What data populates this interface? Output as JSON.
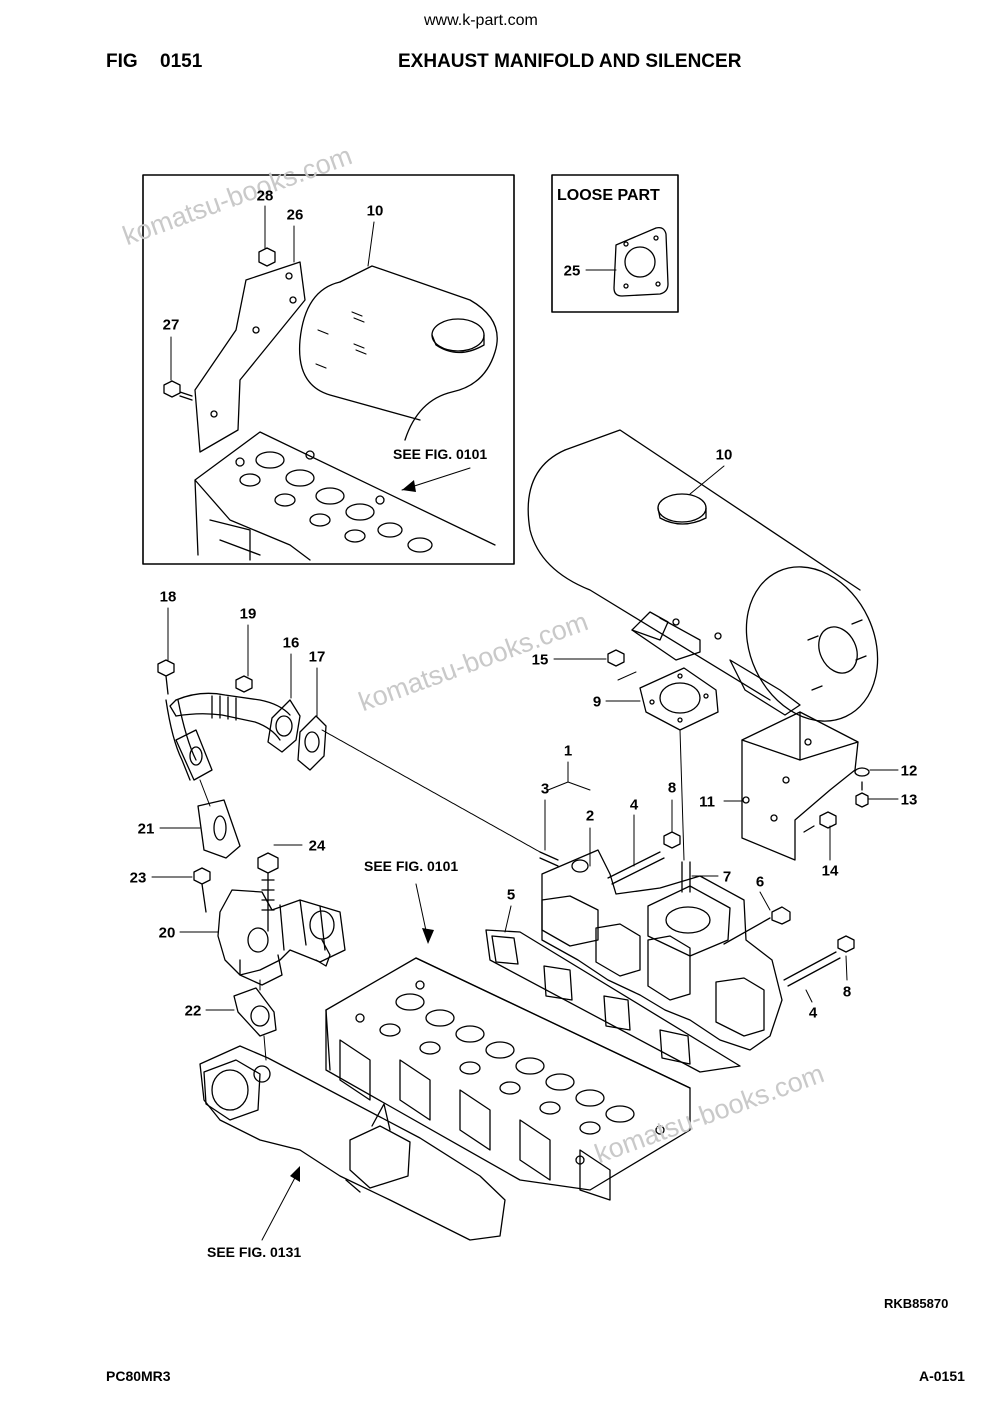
{
  "header": {
    "site": "www.k-part.com",
    "fig_label": "FIG",
    "fig_number": "0151",
    "title": "EXHAUST MANIFOLD AND SILENCER"
  },
  "watermarks": [
    "komatsu-books.com",
    "komatsu-books.com",
    "komatsu-books.com"
  ],
  "loose_part_label": "LOOSE  PART",
  "references": {
    "inset": "SEE FIG. 0101",
    "head": "SEE FIG. 0101",
    "intake": "SEE FIG. 0131"
  },
  "callouts": {
    "c28": "28",
    "c26": "26",
    "c10a": "10",
    "c27": "27",
    "c25": "25",
    "c10b": "10",
    "c15": "15",
    "c9": "9",
    "c18": "18",
    "c19": "19",
    "c16": "16",
    "c17": "17",
    "c1": "1",
    "c3": "3",
    "c2": "2",
    "c4a": "4",
    "c8a": "8",
    "c12": "12",
    "c13": "13",
    "c11": "11",
    "c21": "21",
    "c24": "24",
    "c7": "7",
    "c6": "6",
    "c14": "14",
    "c23": "23",
    "c5": "5",
    "c20": "20",
    "c4b": "4",
    "c8b": "8",
    "c22": "22"
  },
  "drawing_code": "RKB85870",
  "footer": {
    "model": "PC80MR3",
    "page": "A-0151"
  }
}
